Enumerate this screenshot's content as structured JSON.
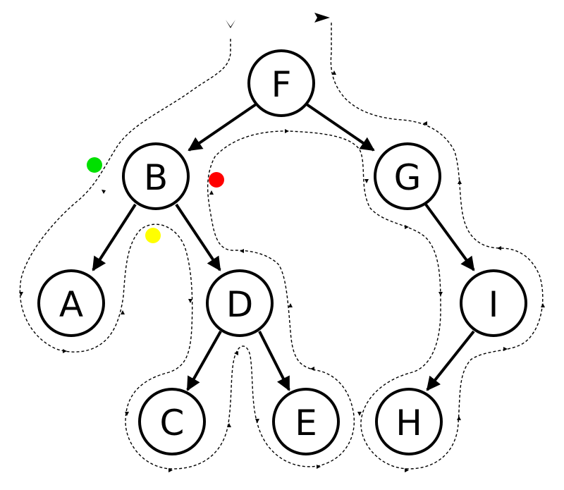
{
  "diagram": {
    "nodes": [
      {
        "id": "F",
        "label": "F"
      },
      {
        "id": "B",
        "label": "B"
      },
      {
        "id": "G",
        "label": "G"
      },
      {
        "id": "A",
        "label": "A"
      },
      {
        "id": "D",
        "label": "D"
      },
      {
        "id": "I",
        "label": "I"
      },
      {
        "id": "C",
        "label": "C"
      },
      {
        "id": "E",
        "label": "E"
      },
      {
        "id": "H",
        "label": "H"
      }
    ],
    "edges": [
      {
        "from": "F",
        "to": "B"
      },
      {
        "from": "F",
        "to": "G"
      },
      {
        "from": "B",
        "to": "A"
      },
      {
        "from": "B",
        "to": "D"
      },
      {
        "from": "D",
        "to": "C"
      },
      {
        "from": "D",
        "to": "E"
      },
      {
        "from": "G",
        "to": "I"
      },
      {
        "from": "I",
        "to": "H"
      }
    ],
    "markers": [
      {
        "name": "green-dot",
        "color": "#00e000"
      },
      {
        "name": "red-dot",
        "color": "#ff0000"
      },
      {
        "name": "yellow-dot",
        "color": "#ffff00"
      }
    ],
    "colors": {
      "stroke": "#000000",
      "background": "#ffffff"
    }
  }
}
